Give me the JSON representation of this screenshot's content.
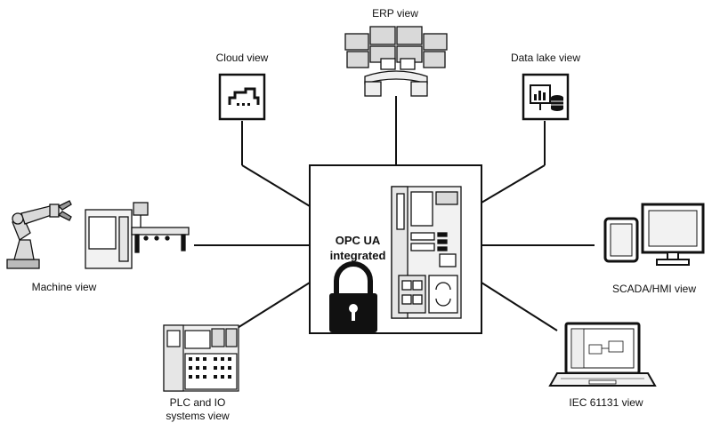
{
  "nodes": {
    "erp": {
      "label": "ERP view"
    },
    "cloud": {
      "label": "Cloud view"
    },
    "datalake": {
      "label": "Data lake view"
    },
    "machine": {
      "label": "Machine view"
    },
    "scada": {
      "label": "SCADA/HMI view"
    },
    "plc": {
      "label_line1": "PLC and IO",
      "label_line2": "systems view"
    },
    "iec": {
      "label": "IEC 61131 view"
    }
  },
  "center": {
    "title_line1": "OPC UA",
    "title_line2": "integrated"
  },
  "colors": {
    "stroke": "#111111",
    "fill_light": "#f2f2f2",
    "fill_mid": "#d9d9d9"
  }
}
